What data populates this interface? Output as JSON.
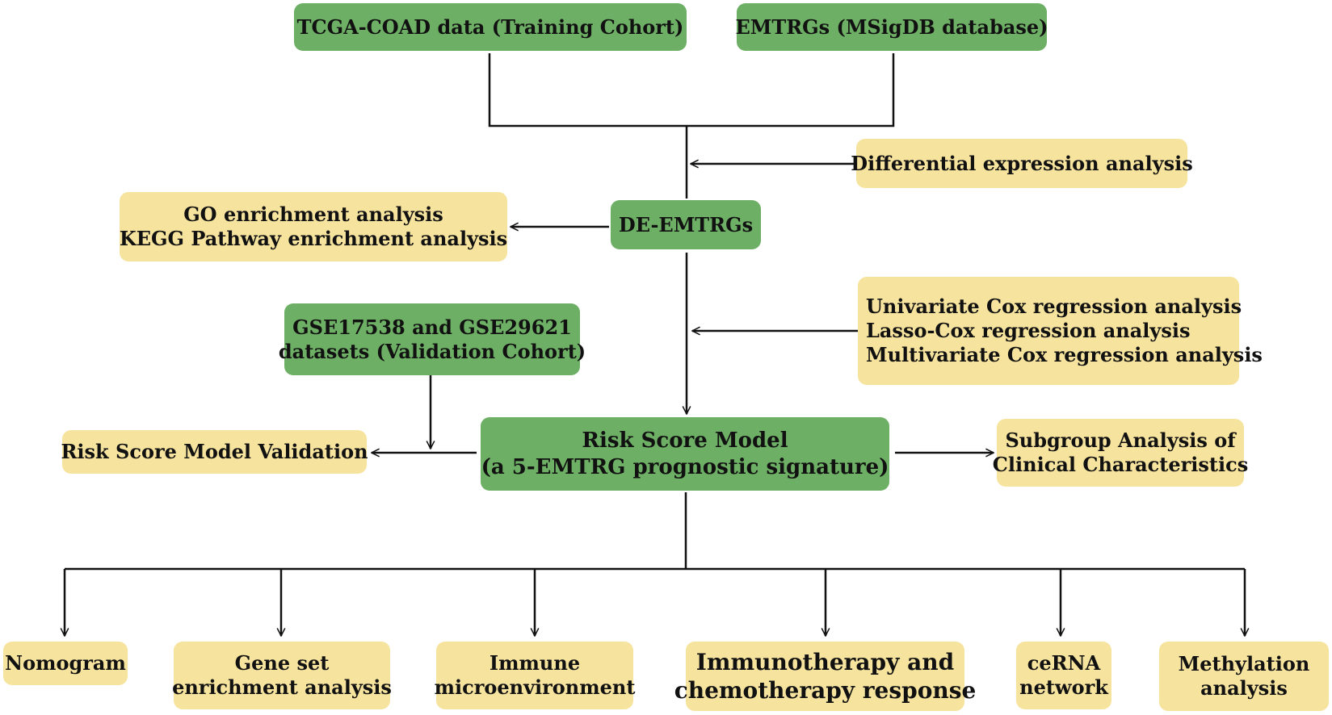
{
  "colors": {
    "green": "#6daf64",
    "yellow": "#f6e39d",
    "line": "#111111"
  },
  "nodes": {
    "tcga": {
      "lines": [
        "TCGA-COAD data (Training Cohort)"
      ]
    },
    "emtrgs": {
      "lines": [
        "EMTRGs (MSigDB database)"
      ]
    },
    "diff_expr": {
      "lines": [
        "Differential expression analysis"
      ]
    },
    "de_emtrgs": {
      "lines": [
        "DE-EMTRGs"
      ]
    },
    "go_kegg": {
      "lines": [
        "GO enrichment analysis",
        "KEGG Pathway enrichment analysis"
      ]
    },
    "cox": {
      "lines": [
        "Univariate Cox regression analysis",
        "Lasso-Cox regression analysis",
        "Multivariate Cox regression analysis"
      ]
    },
    "gse": {
      "lines": [
        "GSE17538 and GSE29621",
        "datasets (Validation Cohort)"
      ]
    },
    "risk_model": {
      "lines": [
        "Risk Score Model",
        "(a 5-EMTRG prognostic signature)"
      ]
    },
    "validation": {
      "lines": [
        "Risk Score Model Validation"
      ]
    },
    "subgroup": {
      "lines": [
        "Subgroup Analysis of",
        "Clinical Characteristics"
      ]
    },
    "nomogram": {
      "lines": [
        "Nomogram"
      ]
    },
    "gsea": {
      "lines": [
        "Gene set",
        "enrichment analysis"
      ]
    },
    "immune": {
      "lines": [
        "Immune",
        "microenvironment"
      ]
    },
    "immunotherapy": {
      "lines": [
        "Immunotherapy and",
        "chemotherapy response"
      ]
    },
    "cerna": {
      "lines": [
        "ceRNA",
        "network"
      ]
    },
    "methylation": {
      "lines": [
        "Methylation",
        "analysis"
      ]
    }
  }
}
